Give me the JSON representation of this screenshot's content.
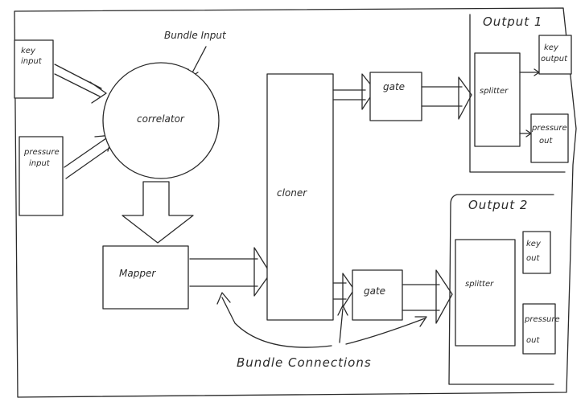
{
  "annotations": {
    "bundle_input": "Bundle Input",
    "bundle_connections": "Bundle Connections"
  },
  "inputs": {
    "key_input_line1": "key",
    "key_input_line2": "input",
    "pressure_input_line1": "pressure",
    "pressure_input_line2": "input"
  },
  "blocks": {
    "correlator": "correlator",
    "mapper": "Mapper",
    "cloner": "cloner",
    "gate1": "gate",
    "gate2": "gate",
    "splitter1": "splitter",
    "splitter2": "splitter"
  },
  "outputs": {
    "output1_title": "Output 1",
    "output2_title": "Output 2",
    "o1_key_line1": "key",
    "o1_key_line2": "output",
    "o1_pressure_line1": "pressure",
    "o1_pressure_line2": "out",
    "o2_key_line1": "key",
    "o2_key_line2": "out",
    "o2_pressure_line1": "pressure",
    "o2_pressure_line2": "out"
  }
}
